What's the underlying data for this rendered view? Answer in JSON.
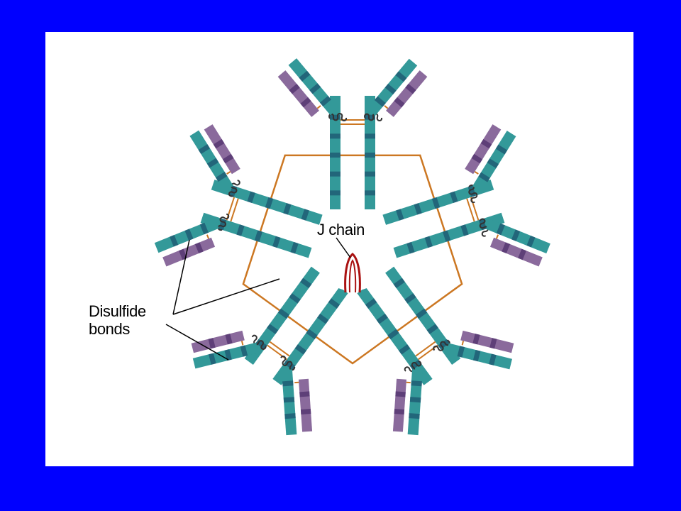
{
  "labels": {
    "j_chain": "J chain",
    "disulfide_line1": "Disulfide",
    "disulfide_line2": "bonds"
  },
  "colors": {
    "slide_background": "#0000ff",
    "panel_background": "#ffffff",
    "heavy_chain": "#339999",
    "heavy_chain_band": "#22667a",
    "light_chain": "#8a6a9c",
    "light_chain_band": "#5e3f78",
    "disulfide_bond": "#cc7722",
    "j_chain": "#aa1111",
    "pointer_line": "#000000"
  },
  "structure": {
    "type": "pentameric immunoglobulin",
    "subunits": 5
  }
}
